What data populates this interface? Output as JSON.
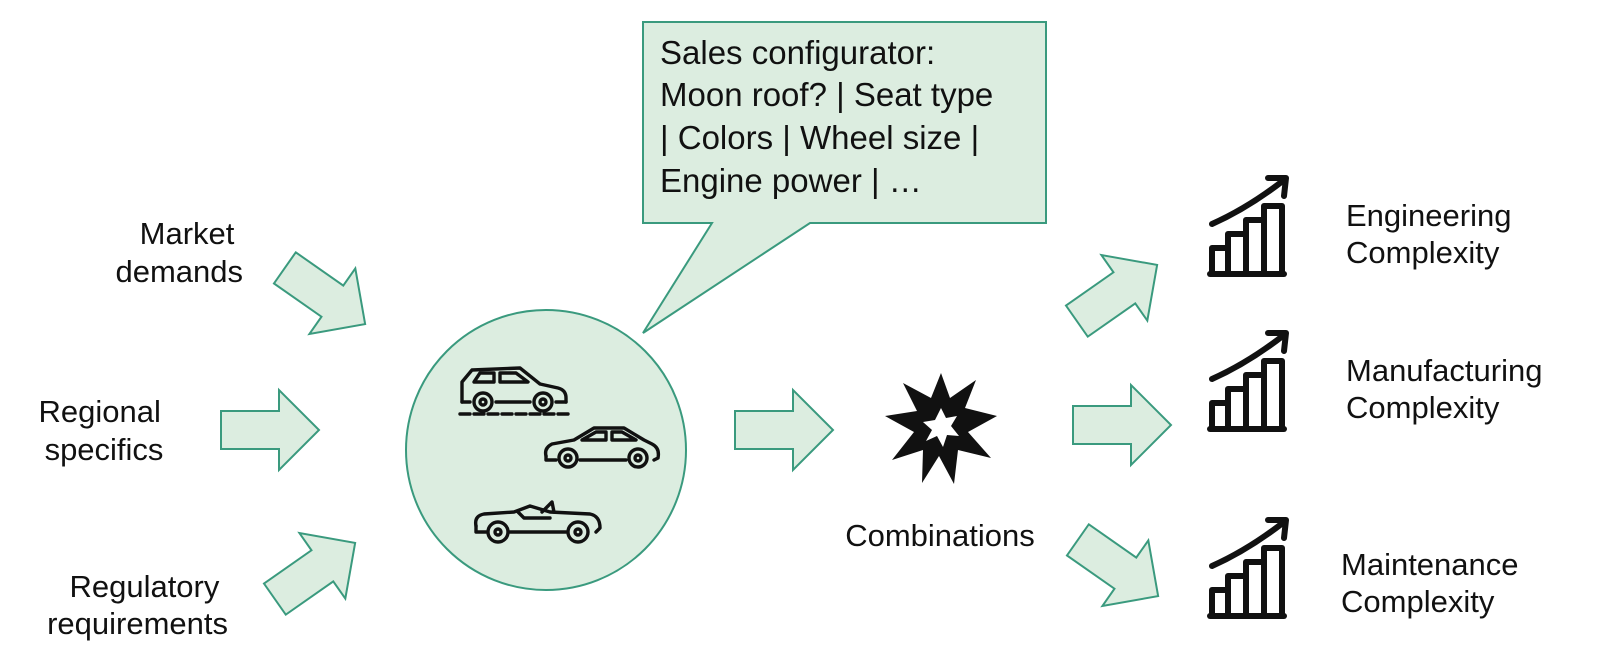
{
  "inputs": {
    "market": [
      "Market",
      "demands"
    ],
    "regional": [
      "Regional",
      "specifics"
    ],
    "regulatory": [
      "Regulatory",
      "requirements"
    ]
  },
  "configurator": {
    "lines": [
      "Sales configurator:",
      "Moon roof? | Seat type",
      "| Colors | Wheel size |",
      "Engine power | …"
    ]
  },
  "combinations_label": "Combinations",
  "outputs": {
    "engineering": [
      "Engineering",
      "Complexity"
    ],
    "manufacturing": [
      "Manufacturing",
      "Complexity"
    ],
    "maintenance": [
      "Maintenance",
      "Complexity"
    ]
  },
  "icons": [
    "suv-car-icon",
    "sedan-car-icon",
    "convertible-car-icon",
    "explosion-icon",
    "growth-chart-icon"
  ],
  "colors": {
    "mint_fill": "#dcede0",
    "teal_stroke": "#3a9a7e",
    "ink": "#111111"
  }
}
